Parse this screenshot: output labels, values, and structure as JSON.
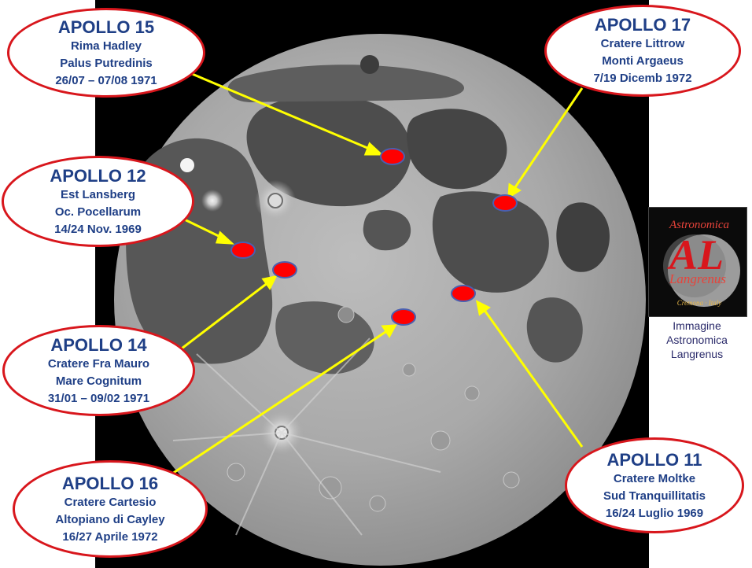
{
  "title": "",
  "missions": [
    {
      "name": "APOLLO 15",
      "lines": [
        "Rima Hadley",
        "Palus Putredinis",
        "26/07 – 07/08 1971"
      ]
    },
    {
      "name": "APOLLO 17",
      "lines": [
        "Cratere Littrow",
        "Monti Argaeus",
        "7/19 Dicemb 1972"
      ]
    },
    {
      "name": "APOLLO 12",
      "lines": [
        "Est Lansberg",
        "Oc. Pocellarum",
        "14/24 Nov. 1969"
      ]
    },
    {
      "name": "APOLLO 14",
      "lines": [
        "Cratere Fra Mauro",
        "Mare Cognitum",
        "31/01 – 09/02 1971"
      ]
    },
    {
      "name": "APOLLO 16",
      "lines": [
        "Cratere Cartesio",
        "Altopiano di Cayley",
        "16/27 Aprile 1972"
      ]
    },
    {
      "name": "APOLLO 11",
      "lines": [
        "Cratere Moltke",
        "Sud Tranquillitatis",
        "16/24 Luglio 1969"
      ]
    }
  ],
  "logo": {
    "top": "Astronomica",
    "letters": "AL",
    "word": "Langrenus",
    "place": "Cremona · Italy"
  },
  "credit": [
    "Immagine",
    "Astronomica",
    "Langrenus"
  ],
  "colors": {
    "border": "#d8161c",
    "text": "#1f3f86",
    "arrow": "#ffff00",
    "site": "#ff0000",
    "site_outline": "#4a5fb0"
  }
}
